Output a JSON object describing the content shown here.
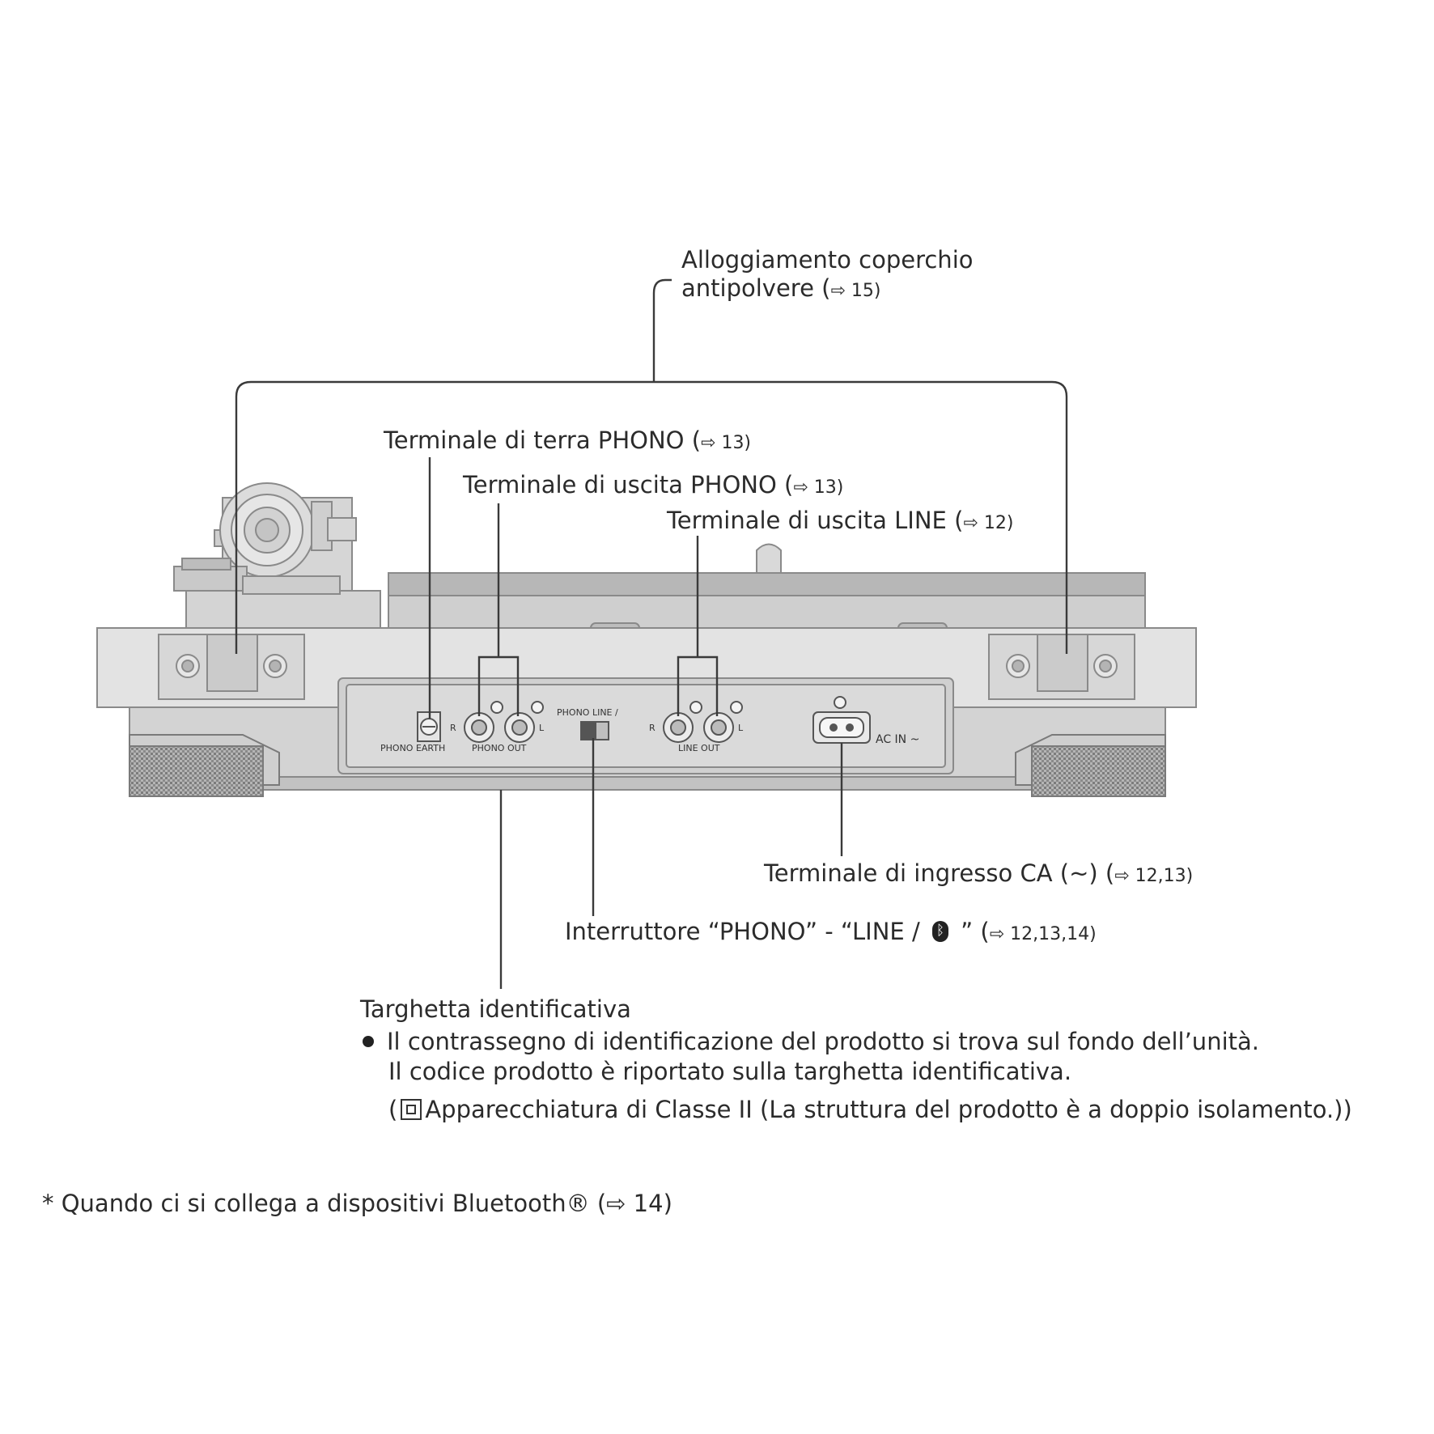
{
  "labels": {
    "dust_cover": {
      "line1": "Alloggiamento coperchio",
      "line2_text": "antipolvere (",
      "line2_ref": "⇨ 15)"
    },
    "phono_earth": {
      "text": "Terminale di terra PHONO (",
      "ref": "⇨ 13)"
    },
    "phono_out": {
      "text": "Terminale di uscita PHONO (",
      "ref": "⇨ 13)"
    },
    "line_out": {
      "text": "Terminale di uscita LINE (",
      "ref": "⇨ 12)"
    },
    "ac_in": {
      "text": "Terminale di ingresso CA (~) (",
      "ref": "⇨ 12,13)"
    },
    "switch": {
      "text_before": "Interruttore “PHONO” - “LINE / ",
      "icon": "bluetooth-icon",
      "text_after": " ” (",
      "ref": "⇨ 12,13,14)"
    },
    "nameplate": {
      "title": "Targhetta identificativa"
    }
  },
  "notes": {
    "bullet_line1": "Il contrassegno di identificazione del prodotto si trova sul fondo dell’unità.",
    "bullet_line2": "Il codice prodotto è riportato sulla targhetta identificativa.",
    "class2_open": "(",
    "class2_text": "Apparecchiatura di Classe II (La struttura del prodotto è a doppio isolamento.))",
    "footnote": "* Quando ci si collega a dispositivi Bluetooth® (⇨ 14)"
  },
  "panel_markings": {
    "phono_earth": "PHONO EARTH",
    "phono_out": "PHONO OUT",
    "line_out": "LINE OUT",
    "switch": "PHONO  LINE / ",
    "ac_in": "AC IN ~",
    "r": "R",
    "l": "L"
  },
  "colors": {
    "line": "#3a3a3a",
    "body_light": "#e2e2e2",
    "body_mid": "#cfcfcf",
    "body_dark": "#9a9a9a",
    "text": "#2b2b2b"
  }
}
